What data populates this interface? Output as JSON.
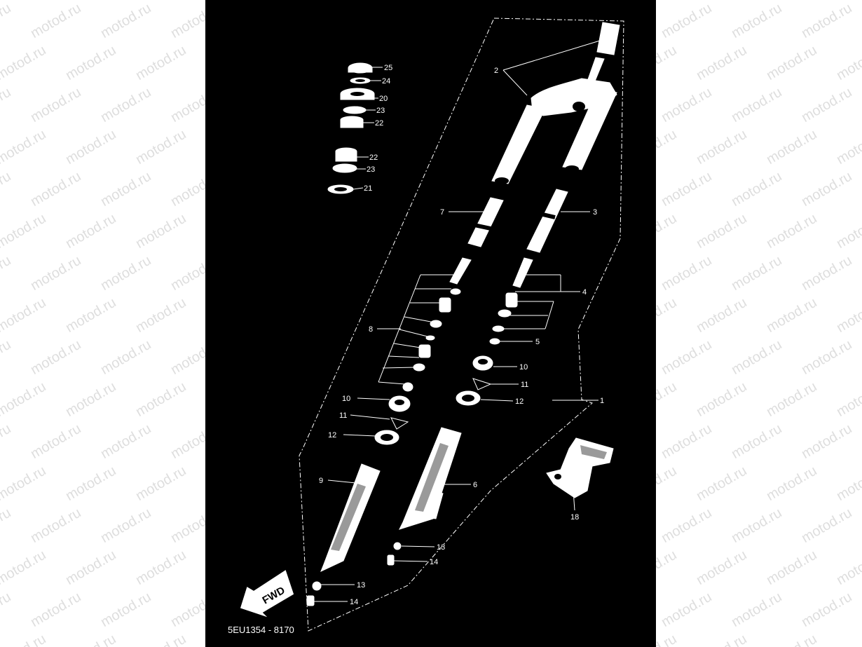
{
  "watermark": "motod.ru",
  "drawing_code": "5EU1354 - 8170",
  "fwd_label": "FWD",
  "colors": {
    "background": "#000000",
    "linework": "#ffffff",
    "page": "#ffffff",
    "watermark": "#dedede"
  },
  "callouts": [
    {
      "id": "c25",
      "text": "25"
    },
    {
      "id": "c24",
      "text": "24"
    },
    {
      "id": "c20",
      "text": "20"
    },
    {
      "id": "c23a",
      "text": "23"
    },
    {
      "id": "c22a",
      "text": "22"
    },
    {
      "id": "c22b",
      "text": "22"
    },
    {
      "id": "c23b",
      "text": "23"
    },
    {
      "id": "c21",
      "text": "21"
    },
    {
      "id": "c2",
      "text": "2"
    },
    {
      "id": "c7",
      "text": "7"
    },
    {
      "id": "c3",
      "text": "3"
    },
    {
      "id": "c4",
      "text": "4"
    },
    {
      "id": "c8",
      "text": "8"
    },
    {
      "id": "c5",
      "text": "5"
    },
    {
      "id": "c10a",
      "text": "10"
    },
    {
      "id": "c11a",
      "text": "11"
    },
    {
      "id": "c1",
      "text": "1"
    },
    {
      "id": "c12a",
      "text": "12"
    },
    {
      "id": "c10b",
      "text": "10"
    },
    {
      "id": "c11b",
      "text": "11"
    },
    {
      "id": "c12b",
      "text": "12"
    },
    {
      "id": "c9",
      "text": "9"
    },
    {
      "id": "c6",
      "text": "6"
    },
    {
      "id": "c18",
      "text": "18"
    },
    {
      "id": "c13a",
      "text": "13"
    },
    {
      "id": "c14a",
      "text": "14"
    },
    {
      "id": "c13b",
      "text": "13"
    },
    {
      "id": "c14b",
      "text": "14"
    }
  ]
}
